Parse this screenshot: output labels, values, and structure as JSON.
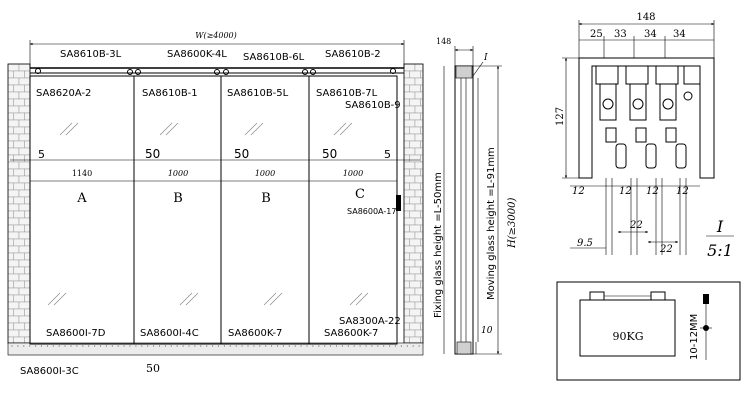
{
  "front_view": {
    "total_width": "W(≥4000)",
    "top_labels": [
      "SA8610B-3L",
      "SA8600K-4L",
      "SA8610B-6L",
      "SA8610B-2"
    ],
    "rail_labels": [
      "SA8620A-2",
      "SA8610B-1",
      "SA8610B-5L",
      "SA8610B-7L",
      "SA8610B-9"
    ],
    "gaps": [
      "5",
      "50",
      "50",
      "50",
      "5"
    ],
    "widths": [
      "1140",
      "1000",
      "1000",
      "1000"
    ],
    "panels": [
      "A",
      "B",
      "B",
      "C"
    ],
    "handle_label": "SA8600A-17",
    "bottom_labels": [
      "SA8600I-7D",
      "SA8600I-4C",
      "SA8600K-7",
      "SA8300A-22",
      "SA8600K-7"
    ],
    "floor_label": "SA8600I-3C",
    "floor_dim": "50"
  },
  "section_view": {
    "top_dim": "148",
    "label_i": "I",
    "fixing_glass": "Fixing glass height =L-50mm",
    "moving_glass": "Moving glass height =L-91mm",
    "height": "H(≥3000)",
    "bottom_dim": "10"
  },
  "detail_view": {
    "width": "148",
    "segments": [
      "25",
      "33",
      "34",
      "34"
    ],
    "height": "127",
    "gaps": [
      "12",
      "12",
      "12",
      "12"
    ],
    "offsets": [
      "22",
      "22"
    ],
    "edge": "9.5",
    "label": "I",
    "scale": "5:1"
  },
  "load_box": {
    "weight": "90KG",
    "glass_range": "10-12MM"
  }
}
